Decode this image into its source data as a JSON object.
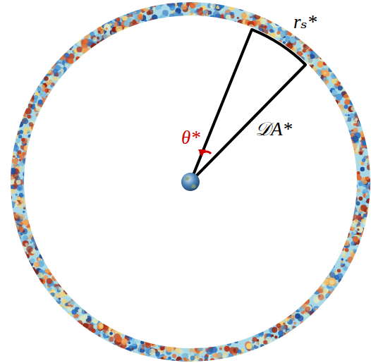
{
  "diagram": {
    "labels": [
      "rₛ*",
      "θ*",
      "𝒟A*"
    ]
  }
}
